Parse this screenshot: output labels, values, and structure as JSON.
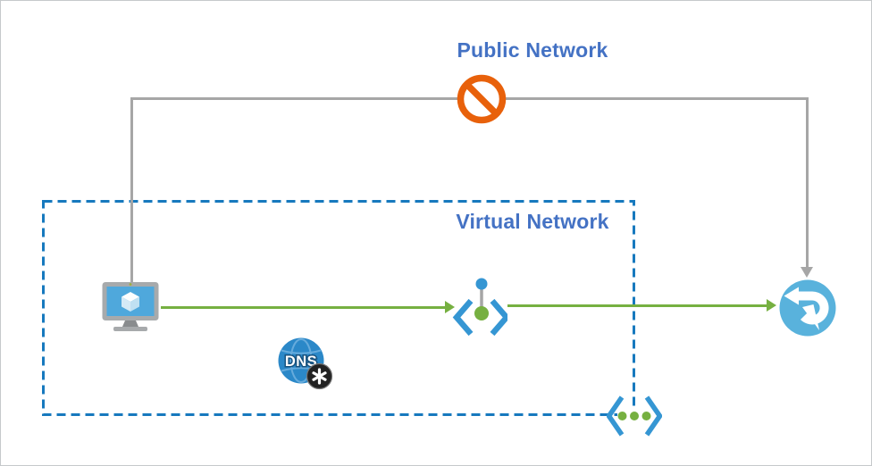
{
  "diagram": {
    "labels": {
      "public_network": "Public Network",
      "virtual_network": "Virtual Network",
      "dns": "DNS"
    },
    "colors": {
      "label_blue": "#4472C4",
      "vnet_border_blue": "#1779BE",
      "icon_bracket_blue": "#3596D3",
      "flow_green": "#76B041",
      "public_line_gray": "#A6A6A6",
      "blocked_orange": "#E8610B",
      "service_circle_blue": "#59B2DC",
      "vm_screen_blue": "#4FA8DC",
      "dns_globe_blue": "#2B88C8",
      "dns_badge_black": "#222222"
    },
    "nodes": [
      {
        "id": "virtual-machine",
        "icon": "virtual-machine-icon"
      },
      {
        "id": "private-endpoint",
        "icon": "private-endpoint-icon"
      },
      {
        "id": "recovery-services-vault",
        "icon": "recovery-services-icon"
      },
      {
        "id": "private-dns-zone",
        "icon": "dns-globe-icon",
        "badge": "asterisk-badge"
      },
      {
        "id": "private-link",
        "icon": "private-link-icon"
      },
      {
        "id": "blocked-public-access",
        "icon": "no-entry-icon"
      }
    ],
    "edges": [
      {
        "from": "virtual-machine",
        "to": "recovery-services-vault",
        "via": "public-network",
        "status": "blocked"
      },
      {
        "from": "virtual-machine",
        "to": "private-endpoint",
        "via": "virtual-network",
        "status": "allowed"
      },
      {
        "from": "private-endpoint",
        "to": "recovery-services-vault",
        "via": "private-link",
        "status": "allowed"
      }
    ]
  }
}
